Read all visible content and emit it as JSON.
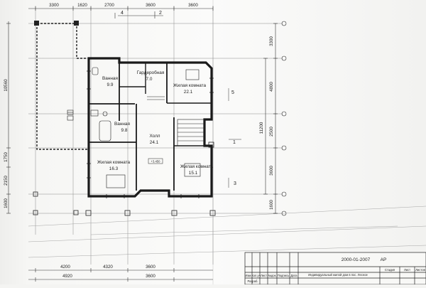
{
  "dimensions": {
    "top": [
      "3300",
      "1620",
      "2700",
      "3600",
      "3600"
    ],
    "bottom": [
      "4200",
      "4320",
      "3600"
    ],
    "bottom_second": [
      "4920",
      "3600"
    ],
    "left": [
      "10560",
      "1750",
      "2150",
      "1600"
    ],
    "right": [
      "3300",
      "4800",
      "2500",
      "3600",
      "1600"
    ],
    "right_total": "11200"
  },
  "axes": {
    "top": [
      "4",
      "2"
    ],
    "right": [
      "5",
      "1",
      "3"
    ]
  },
  "rooms": [
    {
      "name": "Ванная",
      "area": "9.9"
    },
    {
      "name": "Гардеробная",
      "area": "7.0"
    },
    {
      "name": "Жилая комната",
      "area": "22.1"
    },
    {
      "name": "Ванная",
      "area": "9.8"
    },
    {
      "name": "Холл",
      "area": "24.1"
    },
    {
      "name": "Жилая комната",
      "area": "16.3"
    },
    {
      "name": "Жилая комната",
      "area": "15.1"
    }
  ],
  "level_mark": "+3.450",
  "title_block": {
    "code": "2000-01-2007",
    "suffix": "АР",
    "headers": [
      "Изм.",
      "Кол.уч",
      "Лист",
      "№док.",
      "Подпись",
      "Дата"
    ],
    "description": "Индивидуальный жилой дом в пос. Лесное",
    "columns": [
      "Стадия",
      "Лист",
      "Листов"
    ],
    "row_label": "Разраб."
  }
}
